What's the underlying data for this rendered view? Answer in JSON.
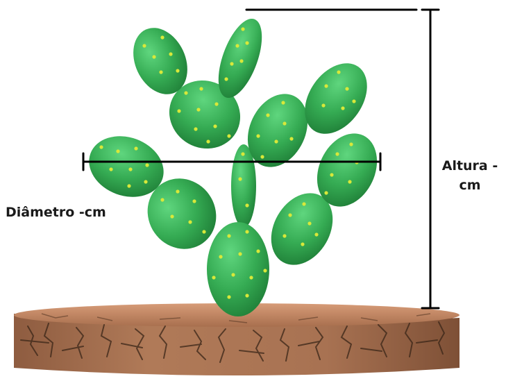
{
  "labels": {
    "diameter": "Diâmetro -cm",
    "height_line1": "Altura -",
    "height_line2": "cm"
  },
  "colors": {
    "pad_light": "#4fc66f",
    "pad_mid": "#2fa64e",
    "pad_dark": "#1e7d35",
    "spine_dot": "#d8e83a",
    "measure_line": "#000000",
    "soil_light": "#c68a66",
    "soil_dark": "#8a5a3f",
    "soil_crack": "#3a2618"
  },
  "icons": {
    "plant": "prickly-pear-cactus",
    "pot": "soil-base"
  }
}
